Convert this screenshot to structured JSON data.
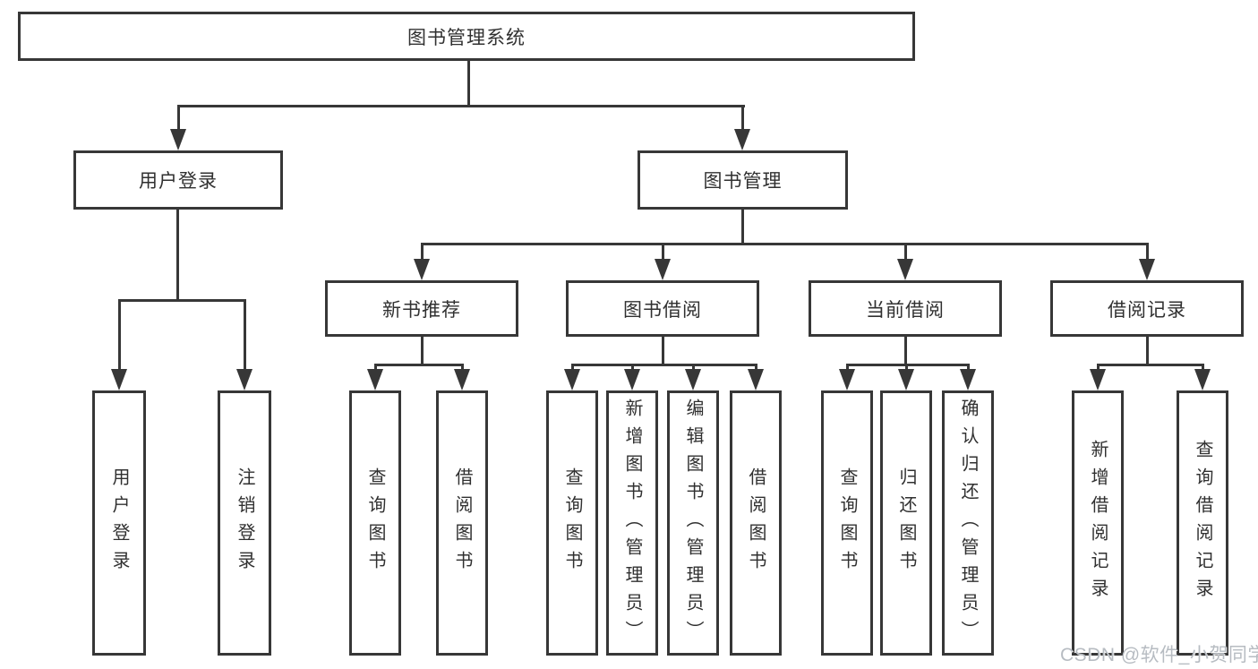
{
  "diagram": {
    "root": {
      "label": "图书管理系统"
    },
    "branches": [
      {
        "label": "用户登录",
        "leaves": [
          "用户登录",
          "注销登录"
        ]
      },
      {
        "label": "图书管理",
        "modules": [
          {
            "label": "新书推荐",
            "leaves": [
              "查询图书",
              "借阅图书"
            ]
          },
          {
            "label": "图书借阅",
            "leaves": [
              "查询图书",
              "新增图书（管理员）",
              "编辑图书（管理员）",
              "借阅图书"
            ]
          },
          {
            "label": "当前借阅",
            "leaves": [
              "查询图书",
              "归还图书",
              "确认归还（管理员）"
            ]
          },
          {
            "label": "借阅记录",
            "leaves": [
              "新增借阅记录",
              "查询借阅记录"
            ]
          }
        ]
      }
    ]
  },
  "watermark": {
    "text": "CSDN @软件_小贺同学"
  },
  "colors": {
    "line": "#373737",
    "text": "#303030",
    "bg": "#ffffff",
    "watermark": "#b7bcc2"
  }
}
